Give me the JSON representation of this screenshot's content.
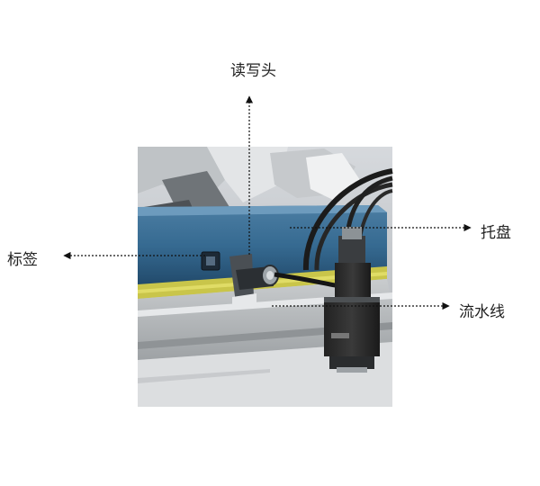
{
  "labels": {
    "reader": "读写头",
    "tag": "标签",
    "pallet": "托盘",
    "line": "流水线"
  }
}
